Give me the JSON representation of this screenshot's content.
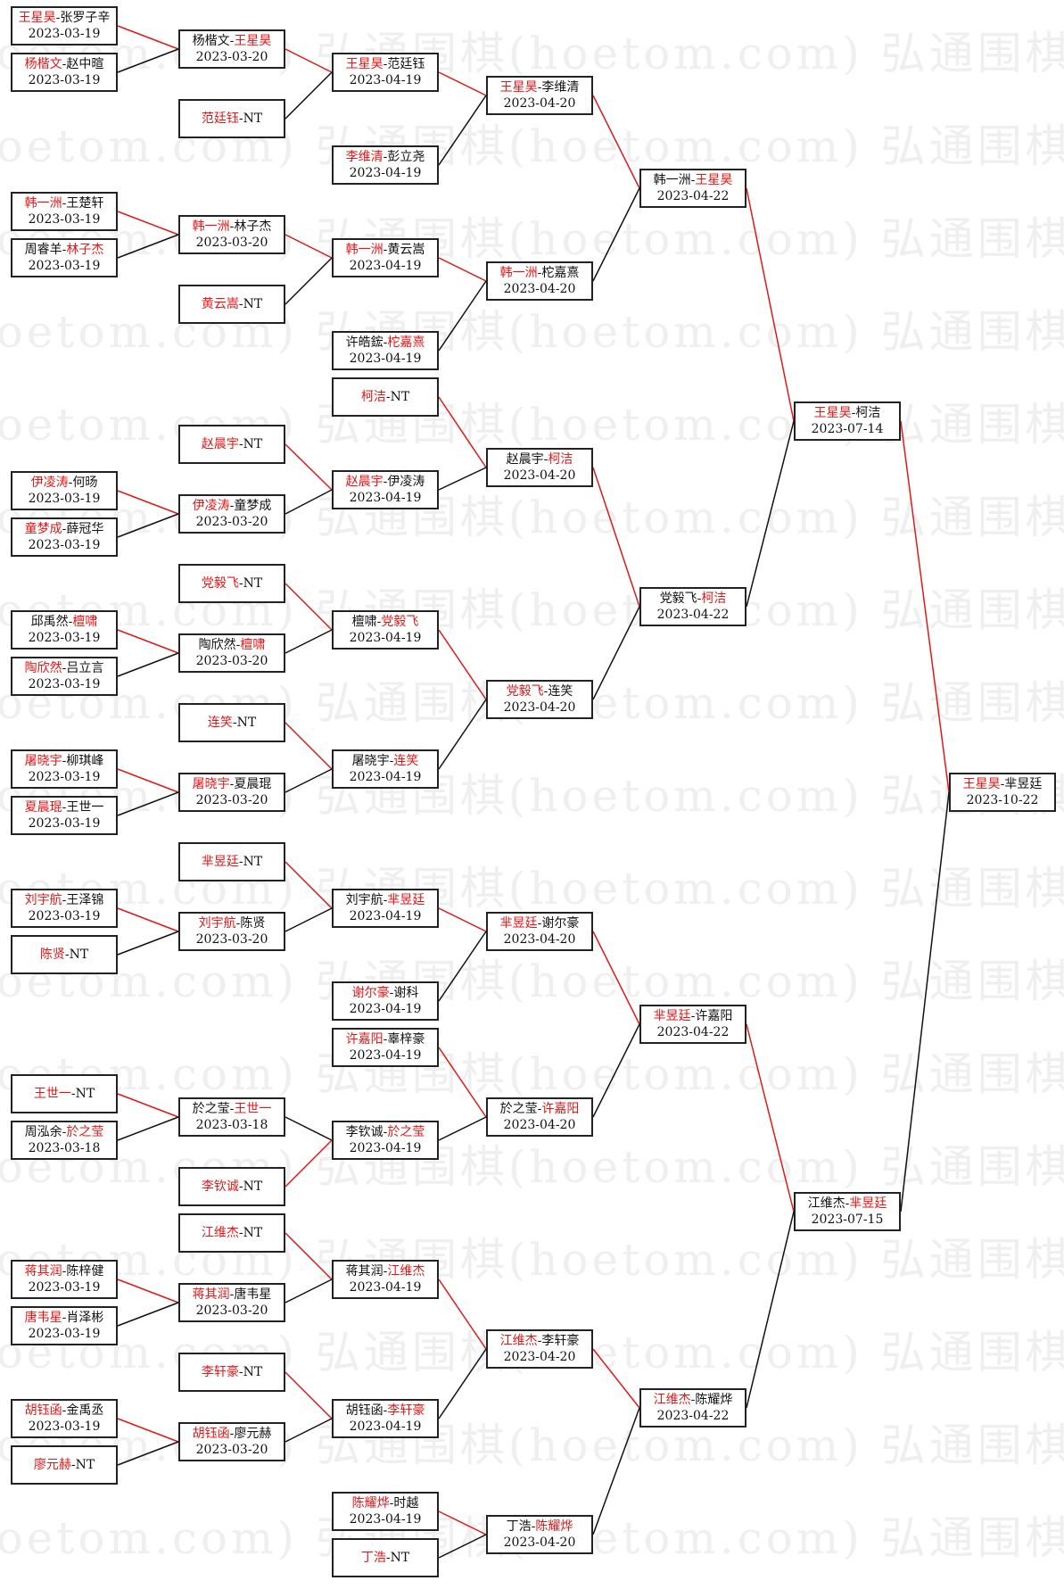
{
  "watermark": "弘通围棋(hoetom.com)",
  "colors": {
    "winner": "#e01818",
    "line_won": "#e01818",
    "line_lost": "#111111",
    "box_border": "#222222"
  },
  "bracket": [
    {
      "id": "r1_1",
      "p1": "王星昊",
      "p2": "张罗子辛",
      "date": "2023-03-19",
      "winner": 1
    },
    {
      "id": "r1_2",
      "p1": "杨楷文",
      "p2": "赵中暄",
      "date": "2023-03-19",
      "winner": 1
    },
    {
      "id": "r1_3",
      "p1": "韩一洲",
      "p2": "王楚轩",
      "date": "2023-03-19",
      "winner": 1
    },
    {
      "id": "r1_4",
      "p1": "周睿羊",
      "p2": "林子杰",
      "date": "2023-03-19",
      "winner": 2
    },
    {
      "id": "r1_5",
      "p1": "伊凌涛",
      "p2": "何旸",
      "date": "2023-03-19",
      "winner": 1
    },
    {
      "id": "r1_6",
      "p1": "童梦成",
      "p2": "薛冠华",
      "date": "2023-03-19",
      "winner": 1
    },
    {
      "id": "r1_7",
      "p1": "邱禹然",
      "p2": "檀啸",
      "date": "2023-03-19",
      "winner": 2
    },
    {
      "id": "r1_8",
      "p1": "陶欣然",
      "p2": "吕立言",
      "date": "2023-03-19",
      "winner": 1
    },
    {
      "id": "r1_9",
      "p1": "屠晓宇",
      "p2": "柳琪峰",
      "date": "2023-03-19",
      "winner": 1
    },
    {
      "id": "r1_10",
      "p1": "夏晨琨",
      "p2": "王世一",
      "date": "2023-03-19",
      "winner": 1
    },
    {
      "id": "r1_11",
      "p1": "刘宇航",
      "p2": "王泽锦",
      "date": "2023-03-19",
      "winner": 1
    },
    {
      "id": "r1_12",
      "p1": "陈贤",
      "p2": "NT",
      "date": "",
      "winner": 1
    },
    {
      "id": "r1_13",
      "p1": "王世一",
      "p2": "NT",
      "date": "",
      "winner": 1
    },
    {
      "id": "r1_14",
      "p1": "周泓余",
      "p2": "於之莹",
      "date": "2023-03-18",
      "winner": 2
    },
    {
      "id": "r1_15",
      "p1": "蒋其润",
      "p2": "陈梓健",
      "date": "2023-03-19",
      "winner": 1
    },
    {
      "id": "r1_16",
      "p1": "唐韦星",
      "p2": "肖泽彬",
      "date": "2023-03-19",
      "winner": 1
    },
    {
      "id": "r1_17",
      "p1": "胡钰函",
      "p2": "金禹丞",
      "date": "2023-03-19",
      "winner": 1
    },
    {
      "id": "r1_18",
      "p1": "廖元赫",
      "p2": "NT",
      "date": "",
      "winner": 1
    },
    {
      "id": "r2_1",
      "p1": "杨楷文",
      "p2": "王星昊",
      "date": "2023-03-20",
      "winner": 2
    },
    {
      "id": "r2_2",
      "p1": "范廷钰",
      "p2": "NT",
      "date": "",
      "winner": 1
    },
    {
      "id": "r2_3",
      "p1": "韩一洲",
      "p2": "林子杰",
      "date": "2023-03-20",
      "winner": 1
    },
    {
      "id": "r2_4",
      "p1": "黄云嵩",
      "p2": "NT",
      "date": "",
      "winner": 1
    },
    {
      "id": "r2_5",
      "p1": "赵晨宇",
      "p2": "NT",
      "date": "",
      "winner": 1
    },
    {
      "id": "r2_6",
      "p1": "伊凌涛",
      "p2": "童梦成",
      "date": "2023-03-20",
      "winner": 1
    },
    {
      "id": "r2_7",
      "p1": "党毅飞",
      "p2": "NT",
      "date": "",
      "winner": 1
    },
    {
      "id": "r2_8",
      "p1": "陶欣然",
      "p2": "檀啸",
      "date": "2023-03-20",
      "winner": 2
    },
    {
      "id": "r2_9",
      "p1": "连笑",
      "p2": "NT",
      "date": "",
      "winner": 1
    },
    {
      "id": "r2_10",
      "p1": "屠晓宇",
      "p2": "夏晨琨",
      "date": "2023-03-20",
      "winner": 1
    },
    {
      "id": "r2_11",
      "p1": "芈昱廷",
      "p2": "NT",
      "date": "",
      "winner": 1
    },
    {
      "id": "r2_12",
      "p1": "刘宇航",
      "p2": "陈贤",
      "date": "2023-03-20",
      "winner": 1
    },
    {
      "id": "r2_13",
      "p1": "於之莹",
      "p2": "王世一",
      "date": "2023-03-18",
      "winner": 2
    },
    {
      "id": "r2_14",
      "p1": "李钦诚",
      "p2": "NT",
      "date": "",
      "winner": 1
    },
    {
      "id": "r2_15",
      "p1": "江维杰",
      "p2": "NT",
      "date": "",
      "winner": 1
    },
    {
      "id": "r2_16",
      "p1": "蒋其润",
      "p2": "唐韦星",
      "date": "2023-03-20",
      "winner": 1
    },
    {
      "id": "r2_17",
      "p1": "李轩豪",
      "p2": "NT",
      "date": "",
      "winner": 1
    },
    {
      "id": "r2_18",
      "p1": "胡钰函",
      "p2": "廖元赫",
      "date": "2023-03-20",
      "winner": 1
    },
    {
      "id": "r3_1",
      "p1": "王星昊",
      "p2": "范廷钰",
      "date": "2023-04-19",
      "winner": 1
    },
    {
      "id": "r3_2",
      "p1": "李维清",
      "p2": "彭立尧",
      "date": "2023-04-19",
      "winner": 1
    },
    {
      "id": "r3_3",
      "p1": "韩一洲",
      "p2": "黄云嵩",
      "date": "2023-04-19",
      "winner": 1
    },
    {
      "id": "r3_4",
      "p1": "许皓鋐",
      "p2": "柁嘉熹",
      "date": "2023-04-19",
      "winner": 2
    },
    {
      "id": "r3_5",
      "p1": "柯洁",
      "p2": "NT",
      "date": "",
      "winner": 1
    },
    {
      "id": "r3_6",
      "p1": "赵晨宇",
      "p2": "伊凌涛",
      "date": "2023-04-19",
      "winner": 1
    },
    {
      "id": "r3_7",
      "p1": "檀啸",
      "p2": "党毅飞",
      "date": "2023-04-19",
      "winner": 2
    },
    {
      "id": "r3_8",
      "p1": "屠晓宇",
      "p2": "连笑",
      "date": "2023-04-19",
      "winner": 2
    },
    {
      "id": "r3_9",
      "p1": "刘宇航",
      "p2": "芈昱廷",
      "date": "2023-04-19",
      "winner": 2
    },
    {
      "id": "r3_10",
      "p1": "谢尔豪",
      "p2": "谢科",
      "date": "2023-04-19",
      "winner": 1
    },
    {
      "id": "r3_11",
      "p1": "许嘉阳",
      "p2": "辜梓豪",
      "date": "2023-04-19",
      "winner": 1
    },
    {
      "id": "r3_12",
      "p1": "李钦诚",
      "p2": "於之莹",
      "date": "2023-04-19",
      "winner": 2
    },
    {
      "id": "r3_13",
      "p1": "蒋其润",
      "p2": "江维杰",
      "date": "2023-04-19",
      "winner": 2
    },
    {
      "id": "r3_14",
      "p1": "胡钰函",
      "p2": "李轩豪",
      "date": "2023-04-19",
      "winner": 2
    },
    {
      "id": "r3_15",
      "p1": "陈耀烨",
      "p2": "时越",
      "date": "2023-04-19",
      "winner": 1
    },
    {
      "id": "r3_16",
      "p1": "丁浩",
      "p2": "NT",
      "date": "",
      "winner": 1
    },
    {
      "id": "r4_1",
      "p1": "王星昊",
      "p2": "李维清",
      "date": "2023-04-20",
      "winner": 1
    },
    {
      "id": "r4_2",
      "p1": "韩一洲",
      "p2": "柁嘉熹",
      "date": "2023-04-20",
      "winner": 1
    },
    {
      "id": "r4_3",
      "p1": "赵晨宇",
      "p2": "柯洁",
      "date": "2023-04-20",
      "winner": 2
    },
    {
      "id": "r4_4",
      "p1": "党毅飞",
      "p2": "连笑",
      "date": "2023-04-20",
      "winner": 1
    },
    {
      "id": "r4_5",
      "p1": "芈昱廷",
      "p2": "谢尔豪",
      "date": "2023-04-20",
      "winner": 1
    },
    {
      "id": "r4_6",
      "p1": "於之莹",
      "p2": "许嘉阳",
      "date": "2023-04-20",
      "winner": 2
    },
    {
      "id": "r4_7",
      "p1": "江维杰",
      "p2": "李轩豪",
      "date": "2023-04-20",
      "winner": 1
    },
    {
      "id": "r4_8",
      "p1": "丁浩",
      "p2": "陈耀烨",
      "date": "2023-04-20",
      "winner": 2
    },
    {
      "id": "r5_1",
      "p1": "韩一洲",
      "p2": "王星昊",
      "date": "2023-04-22",
      "winner": 2
    },
    {
      "id": "r5_2",
      "p1": "党毅飞",
      "p2": "柯洁",
      "date": "2023-04-22",
      "winner": 2
    },
    {
      "id": "r5_3",
      "p1": "芈昱廷",
      "p2": "许嘉阳",
      "date": "2023-04-22",
      "winner": 1
    },
    {
      "id": "r5_4",
      "p1": "江维杰",
      "p2": "陈耀烨",
      "date": "2023-04-22",
      "winner": 1
    },
    {
      "id": "r6_1",
      "p1": "王星昊",
      "p2": "柯洁",
      "date": "2023-07-14",
      "winner": 1
    },
    {
      "id": "r6_2",
      "p1": "江维杰",
      "p2": "芈昱廷",
      "date": "2023-07-15",
      "winner": 2
    },
    {
      "id": "r7_1",
      "p1": "王星昊",
      "p2": "芈昱廷",
      "date": "2023-10-22",
      "winner": 1
    }
  ],
  "connections": [
    [
      "r1_1",
      "r2_1",
      1
    ],
    [
      "r1_2",
      "r2_1",
      0
    ],
    [
      "r2_1",
      "r3_1",
      1
    ],
    [
      "r2_2",
      "r3_1",
      0
    ],
    [
      "r3_1",
      "r4_1",
      1
    ],
    [
      "r3_2",
      "r4_1",
      0
    ],
    [
      "r1_3",
      "r2_3",
      1
    ],
    [
      "r1_4",
      "r2_3",
      0
    ],
    [
      "r2_3",
      "r3_3",
      1
    ],
    [
      "r2_4",
      "r3_3",
      0
    ],
    [
      "r3_3",
      "r4_2",
      1
    ],
    [
      "r3_4",
      "r4_2",
      0
    ],
    [
      "r4_1",
      "r5_1",
      1
    ],
    [
      "r4_2",
      "r5_1",
      0
    ],
    [
      "r1_5",
      "r2_6",
      1
    ],
    [
      "r1_6",
      "r2_6",
      0
    ],
    [
      "r2_5",
      "r3_6",
      1
    ],
    [
      "r2_6",
      "r3_6",
      0
    ],
    [
      "r3_5",
      "r4_3",
      1
    ],
    [
      "r3_6",
      "r4_3",
      0
    ],
    [
      "r1_7",
      "r2_8",
      1
    ],
    [
      "r1_8",
      "r2_8",
      0
    ],
    [
      "r2_7",
      "r3_7",
      1
    ],
    [
      "r2_8",
      "r3_7",
      0
    ],
    [
      "r1_9",
      "r2_10",
      1
    ],
    [
      "r1_10",
      "r2_10",
      0
    ],
    [
      "r2_9",
      "r3_8",
      1
    ],
    [
      "r2_10",
      "r3_8",
      0
    ],
    [
      "r3_7",
      "r4_4",
      1
    ],
    [
      "r3_8",
      "r4_4",
      0
    ],
    [
      "r4_3",
      "r5_2",
      1
    ],
    [
      "r4_4",
      "r5_2",
      0
    ],
    [
      "r5_1",
      "r6_1",
      1
    ],
    [
      "r5_2",
      "r6_1",
      0
    ],
    [
      "r1_11",
      "r2_12",
      1
    ],
    [
      "r1_12",
      "r2_12",
      0
    ],
    [
      "r2_11",
      "r3_9",
      1
    ],
    [
      "r2_12",
      "r3_9",
      0
    ],
    [
      "r3_9",
      "r4_5",
      1
    ],
    [
      "r3_10",
      "r4_5",
      0
    ],
    [
      "r1_13",
      "r2_13",
      1
    ],
    [
      "r1_14",
      "r2_13",
      0
    ],
    [
      "r2_13",
      "r3_12",
      0
    ],
    [
      "r2_14",
      "r3_12",
      1
    ],
    [
      "r3_11",
      "r4_6",
      1
    ],
    [
      "r3_12",
      "r4_6",
      0
    ],
    [
      "r4_5",
      "r5_3",
      1
    ],
    [
      "r4_6",
      "r5_3",
      0
    ],
    [
      "r1_15",
      "r2_16",
      1
    ],
    [
      "r1_16",
      "r2_16",
      0
    ],
    [
      "r2_15",
      "r3_13",
      1
    ],
    [
      "r2_16",
      "r3_13",
      0
    ],
    [
      "r1_17",
      "r2_18",
      1
    ],
    [
      "r1_18",
      "r2_18",
      0
    ],
    [
      "r2_17",
      "r3_14",
      1
    ],
    [
      "r2_18",
      "r3_14",
      0
    ],
    [
      "r3_13",
      "r4_7",
      1
    ],
    [
      "r3_14",
      "r4_7",
      0
    ],
    [
      "r3_15",
      "r4_8",
      1
    ],
    [
      "r3_16",
      "r4_8",
      0
    ],
    [
      "r4_7",
      "r5_4",
      1
    ],
    [
      "r4_8",
      "r5_4",
      0
    ],
    [
      "r5_3",
      "r6_2",
      1
    ],
    [
      "r5_4",
      "r6_2",
      0
    ],
    [
      "r6_1",
      "r7_1",
      1
    ],
    [
      "r6_2",
      "r7_1",
      0
    ]
  ]
}
